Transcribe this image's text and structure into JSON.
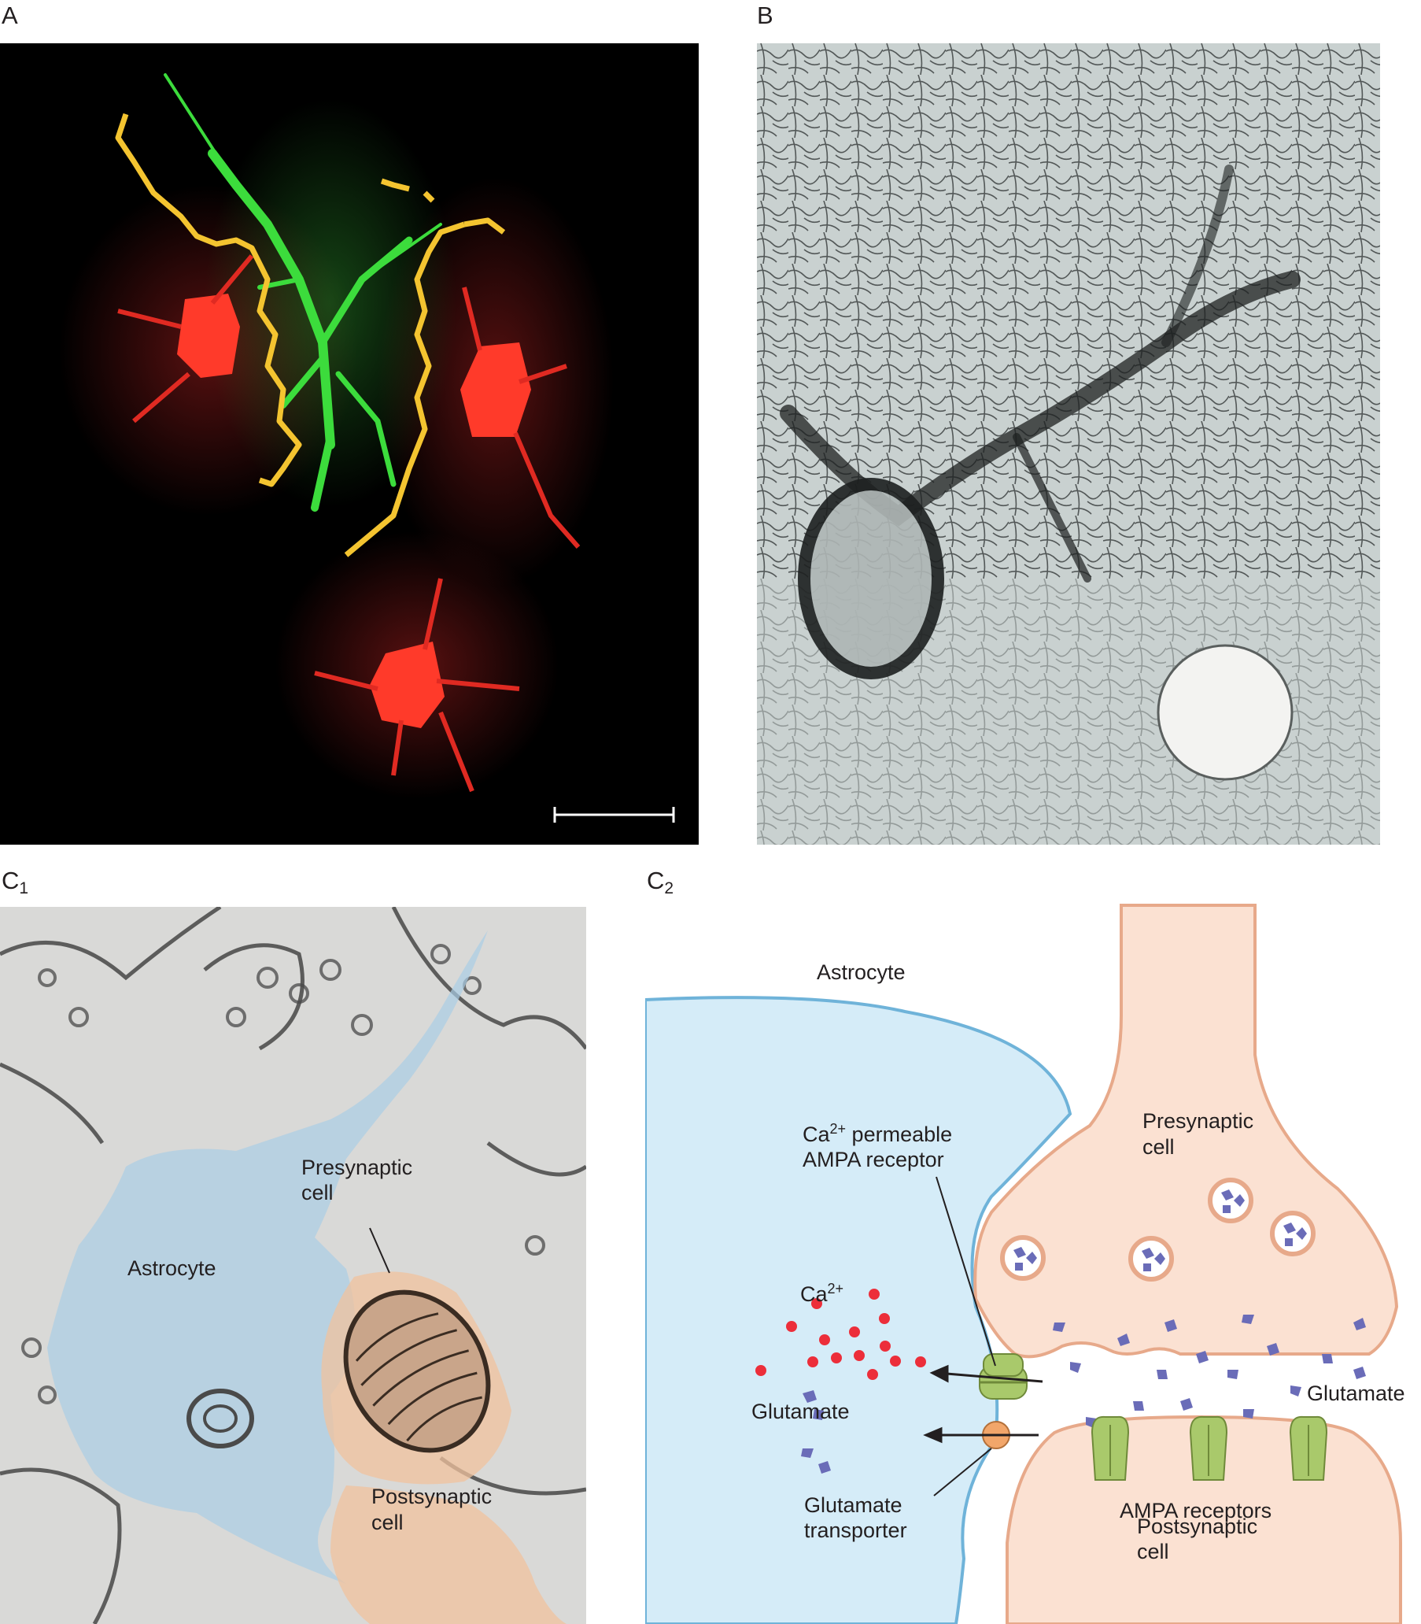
{
  "panels": {
    "a": {
      "label": "A"
    },
    "b": {
      "label": "B"
    },
    "c1": {
      "label": "C",
      "sub": "1",
      "astrocyte": "Astrocyte",
      "pre_1": "Presynaptic",
      "pre_2": "cell",
      "post_1": "Postsynaptic",
      "post_2": "cell"
    },
    "c2": {
      "label": "C",
      "sub": "2"
    }
  },
  "diagram": {
    "astrocyte": "Astrocyte",
    "pre_1": "Presynaptic",
    "pre_2": "cell",
    "post_1": "Postsynaptic",
    "post_2": "cell",
    "ca_base": "Ca",
    "ca_sup": "2+",
    "ca_rest": " permeable",
    "ampa_receptor": "AMPA receptor",
    "ca_ion_base": "Ca",
    "ca_ion_sup": "2+",
    "glutamate_left": "Glutamate",
    "glutamate_right": "Glutamate",
    "ampa_receptors": "AMPA receptors",
    "transporter_1": "Glutamate",
    "transporter_2": "transporter"
  },
  "colors": {
    "astrocyte": "#d5ecf8",
    "astrocyte_stroke": "#6fb3d9",
    "neuron": "#fbe1d2",
    "neuron_stroke": "#e7a98a",
    "glutamate": "#6a6cb8",
    "calcium": "#ec2e3a",
    "receptor": "#a9c96b",
    "transporter": "#f2a66a"
  }
}
